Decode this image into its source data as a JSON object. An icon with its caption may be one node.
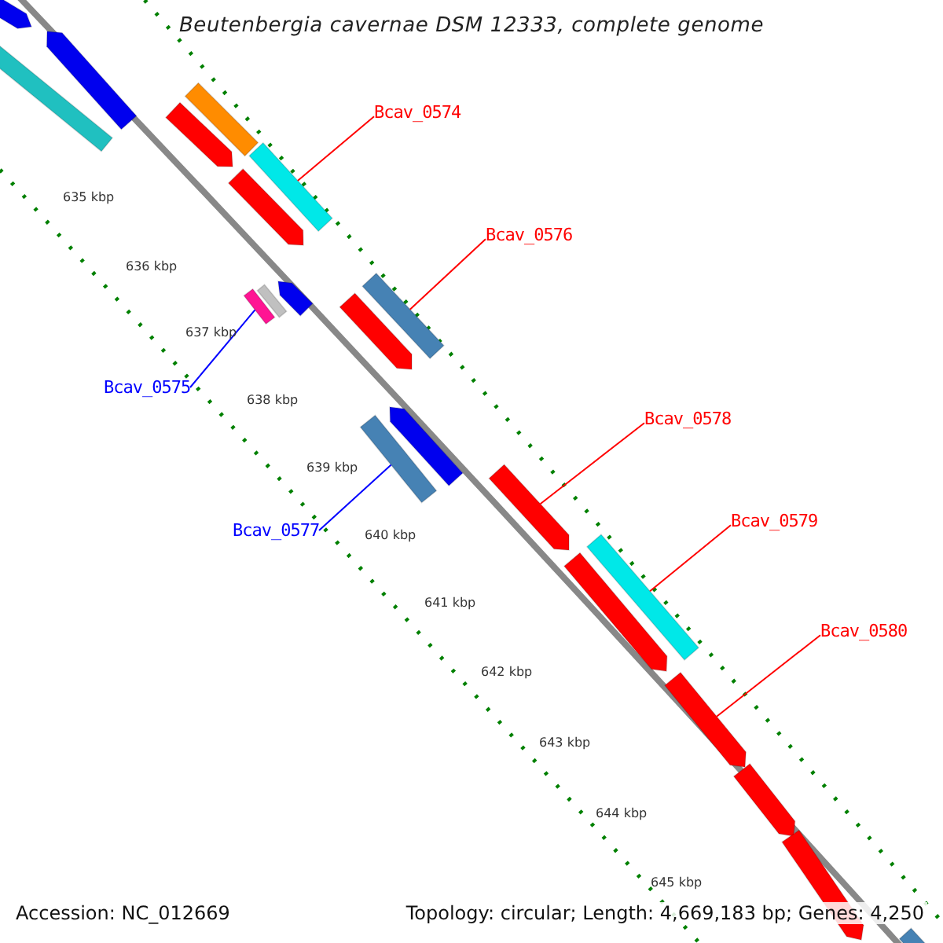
{
  "diagram": {
    "title": "Beutenbergia cavernae DSM 12333, complete genome",
    "nodes": [
      {
        "text": [
          "Bcav_0574"
        ]
      },
      {
        "text": [
          "Bcav_0576"
        ]
      },
      {
        "text": [
          "Bcav_0575"
        ]
      },
      {
        "text": [
          "Bcav_0578"
        ]
      },
      {
        "text": [
          "Bcav_0579"
        ]
      },
      {
        "text": [
          "Bcav_0577"
        ]
      },
      {
        "text": [
          "Bcav_0580"
        ]
      },
      {
        "text": [],
        "shape": "bar"
      },
      {
        "text": [],
        "shape": "bar"
      },
      {
        "text": [],
        "shape": "bar"
      },
      {
        "text": [],
        "shape": "bar"
      },
      {
        "text": [],
        "shape": "bar"
      },
      {
        "text": [],
        "shape": "bar"
      },
      {
        "text": [],
        "shape": "bar"
      },
      {
        "text": [],
        "shape": "bar"
      },
      {
        "text": [],
        "shape": "bar"
      },
      {
        "text": [],
        "shape": "bar"
      },
      {
        "text": [],
        "shape": "bar"
      },
      {
        "text": [],
        "shape": "bar"
      },
      {
        "text": [],
        "shape": "bar"
      },
      {
        "text": [],
        "shape": "bar"
      },
      {
        "text": [],
        "shape": "bar"
      },
      {
        "text": [],
        "shape": "bar"
      },
      {
        "text": [],
        "shape": "bar"
      },
      {
        "text": [],
        "shape": "bar"
      },
      {
        "text": [],
        "shape": "bar"
      },
      {
        "text": [],
        "shape": "bar"
      },
      {
        "text": [],
        "shape": "bar"
      }
    ],
    "edges": [
      {
        "from": 0,
        "to": 12,
        "arrow": "none"
      },
      {
        "from": 1,
        "to": 14,
        "arrow": "none"
      },
      {
        "from": 2,
        "to": 17,
        "arrow": "none",
        "color": "#0000ff"
      },
      {
        "from": 3,
        "to": 21,
        "arrow": "none"
      },
      {
        "from": 4,
        "to": 22,
        "arrow": "none"
      },
      {
        "from": 5,
        "to": 20,
        "arrow": "none",
        "color": "#0000ff"
      },
      {
        "from": 6,
        "to": 24,
        "arrow": "none"
      }
    ],
    "labels": [
      "635 kbp",
      "636 kbp",
      "637 kbp",
      "638 kbp",
      "639 kbp",
      "640 kbp",
      "641 kbp",
      "642 kbp",
      "643 kbp",
      "644 kbp",
      "645 kbp",
      "Accession: NC_012669",
      "Topology: circular; Length: 4,669,183 bp; Genes: 4,250"
    ]
  }
}
